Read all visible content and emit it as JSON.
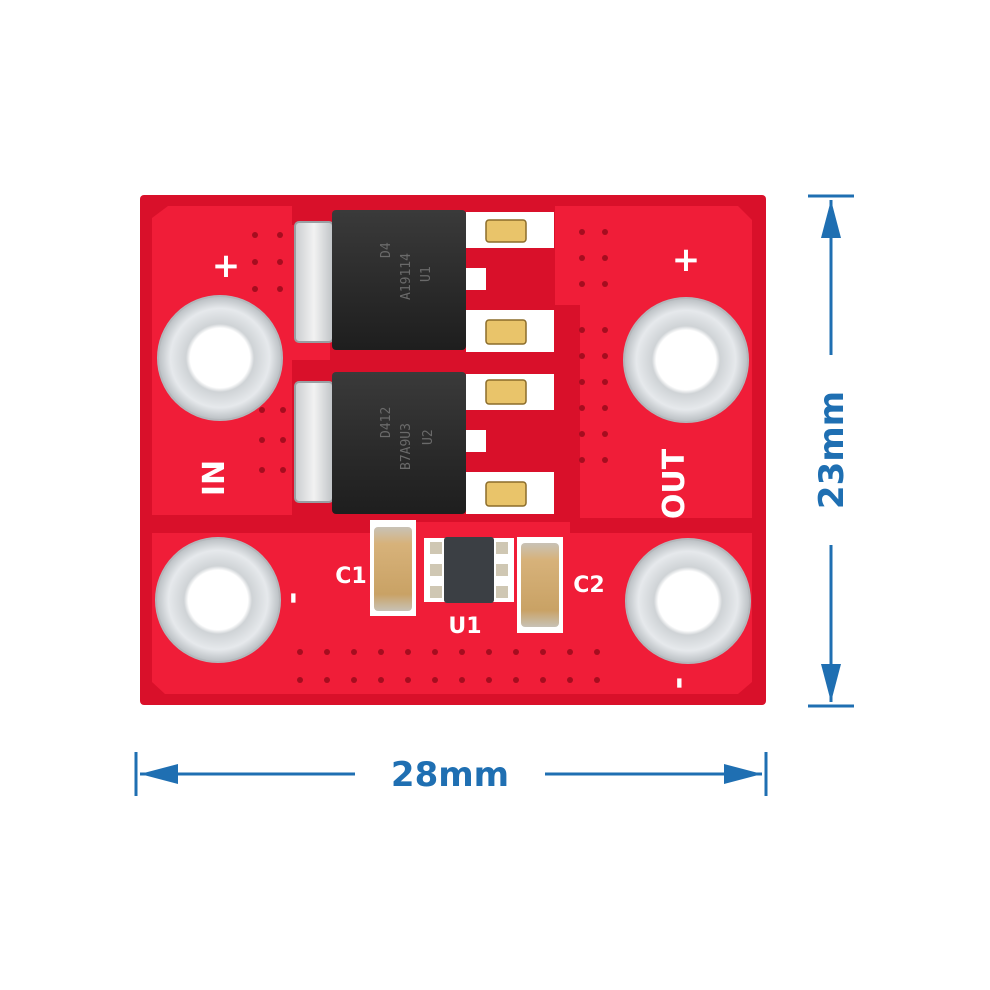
{
  "dimensions": {
    "width_label": "28mm",
    "height_label": "23mm",
    "color": "#1f6fb2"
  },
  "board": {
    "pcb_color": "#e8142f",
    "silkscreen": {
      "in_label": "IN",
      "out_label": "OUT",
      "plus_left": "+",
      "plus_right": "+",
      "minus_left": "-",
      "minus_right": "-",
      "c1": "C1",
      "c2": "C2",
      "u1": "U1"
    },
    "chip_top": {
      "line1": "D4",
      "line2": "A19114",
      "ref": "U1"
    },
    "chip_bottom": {
      "line1": "D412",
      "line2": "B7A9U3",
      "ref": "U2"
    }
  }
}
